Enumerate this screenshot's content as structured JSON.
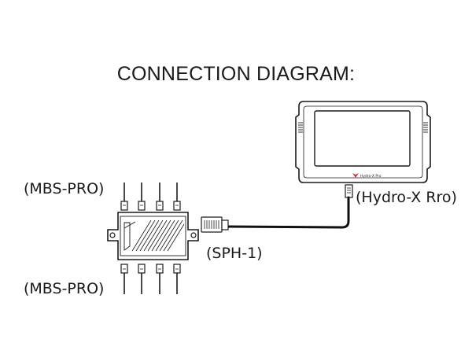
{
  "diagram": {
    "title": "CONNECTION DIAGRAM:",
    "labels": {
      "mbs_top": "(MBS-PRO)",
      "mbs_bottom": "(MBS-PRO)",
      "sph": "(SPH-1)",
      "controller": "(Hydro-X Rro)"
    },
    "controller_brand": "Hydro-X Pro",
    "colors": {
      "stroke": "#1a1a1a",
      "cable": "#111111",
      "device_fill": "#ffffff",
      "screen_fill": "#ffffff",
      "brand_mark": "#e0302a"
    }
  }
}
